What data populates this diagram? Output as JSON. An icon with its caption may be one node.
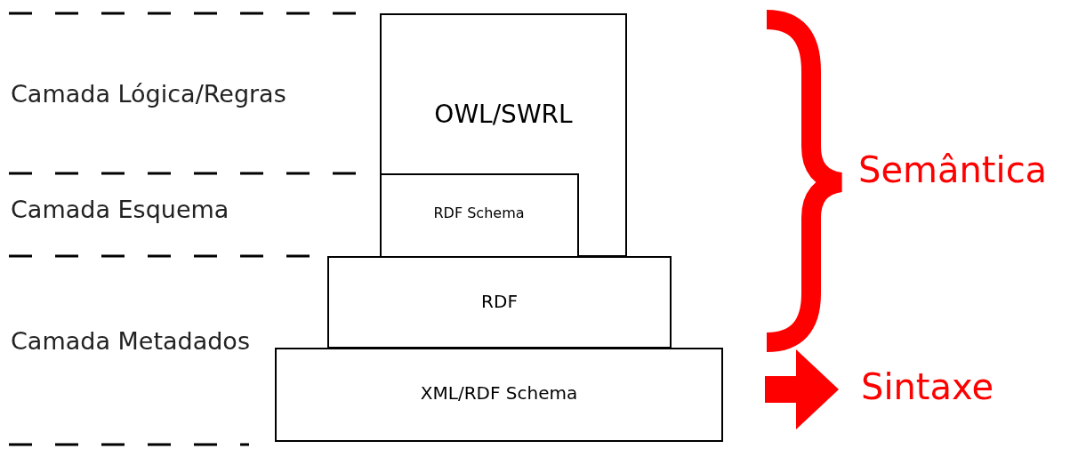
{
  "diagram": {
    "nodes": [
      {
        "text": [
          "OWL/SWRL"
        ]
      },
      {
        "text": [
          "RDF Schema"
        ],
        "in": 0
      },
      {
        "text": [
          "RDF"
        ]
      },
      {
        "text": [
          "XML/RDF Schema"
        ]
      },
      {
        "text": [
          "Sintaxe"
        ]
      }
    ],
    "edges": [
      {
        "from": null,
        "to": 4,
        "arrow": "to",
        "color": "#ff0000"
      }
    ],
    "labels": [
      "Camada Lógica/Regras",
      "Camada Esquema",
      "Camada Metadados",
      "Semântica"
    ]
  }
}
